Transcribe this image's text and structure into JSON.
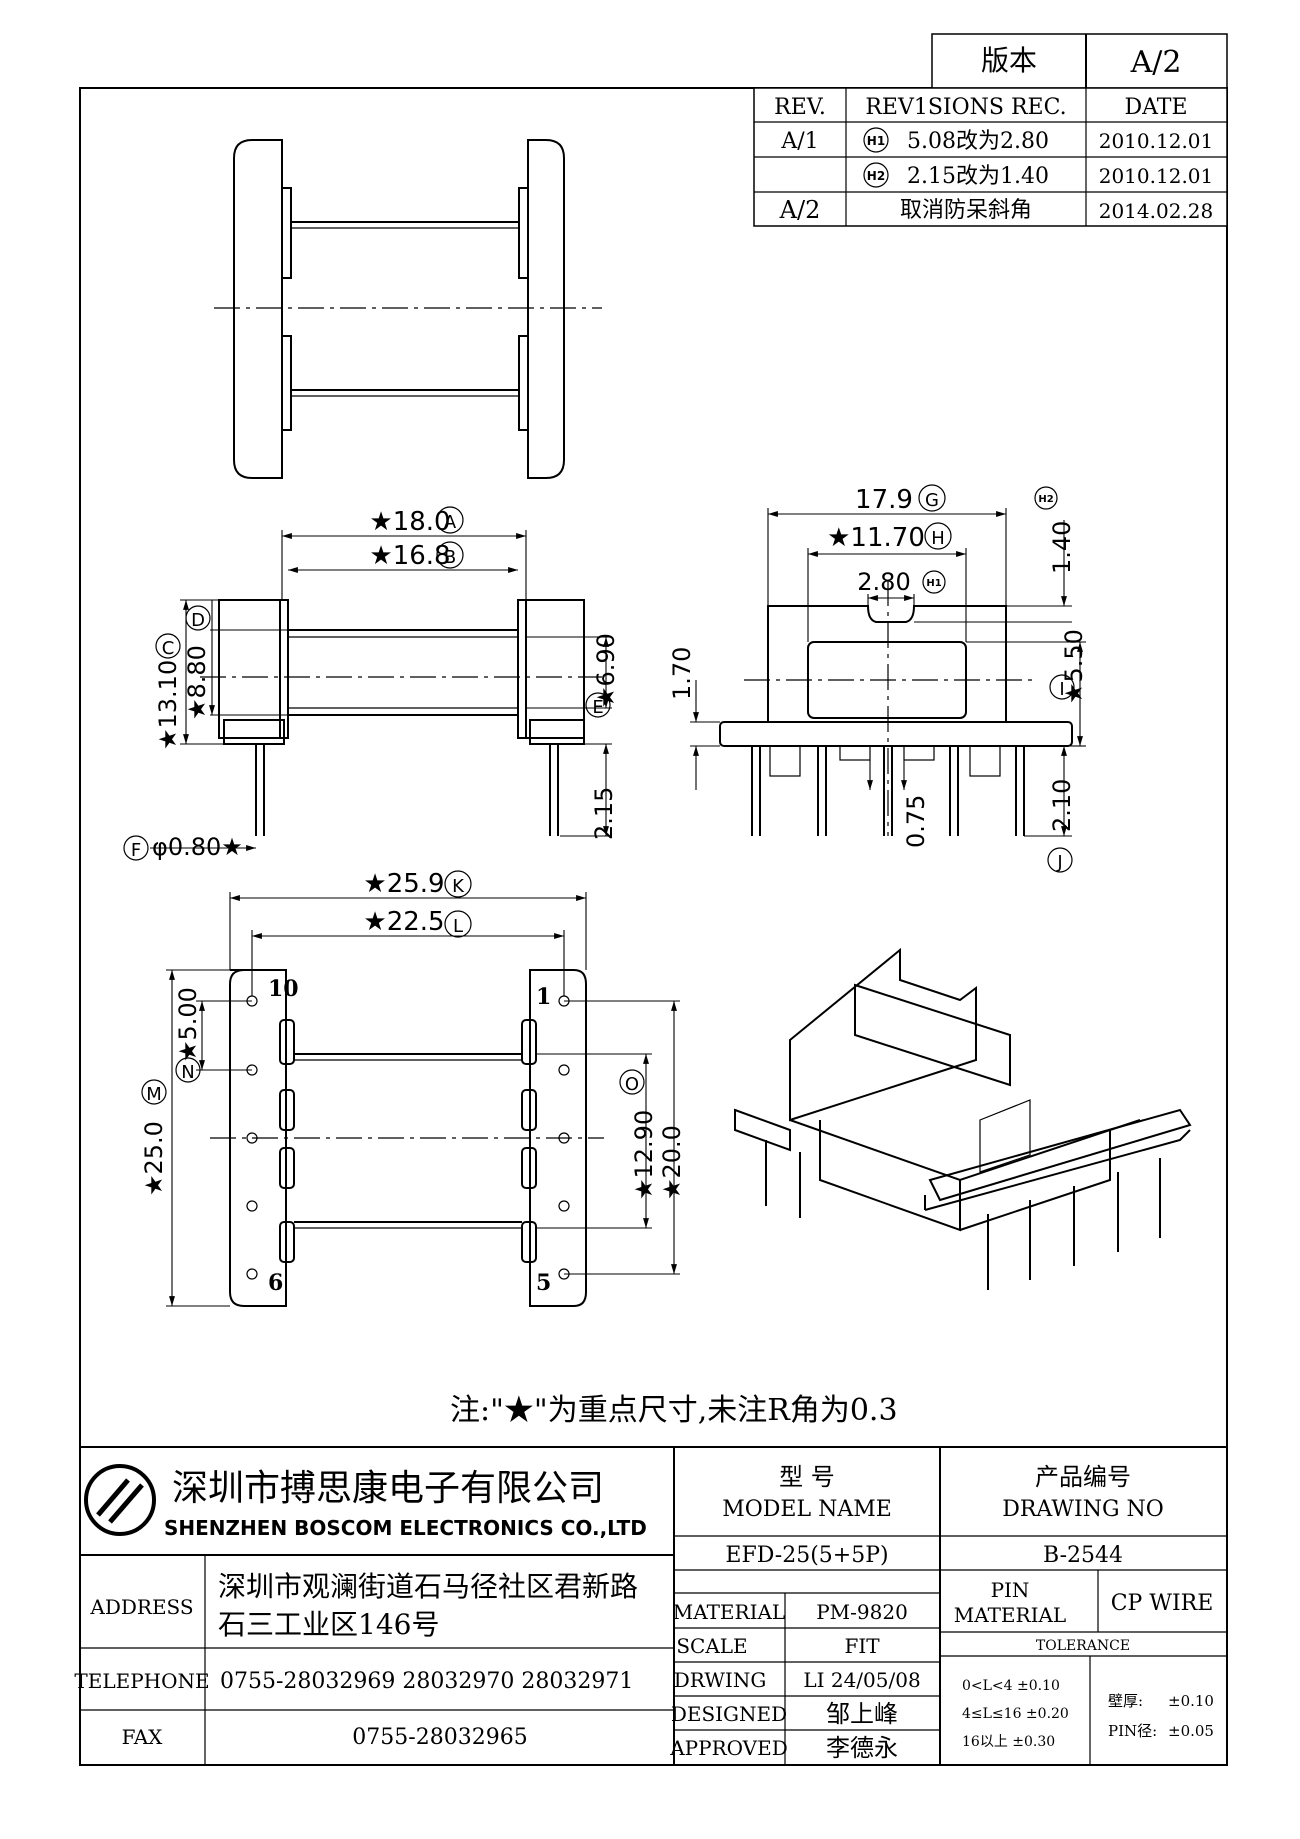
{
  "version_box": {
    "label": "版本",
    "value": "A/2"
  },
  "revisions": {
    "headers": [
      "REV.",
      "REV1SIONS REC.",
      "DATE"
    ],
    "rows": [
      {
        "rev": "A/1",
        "mark": "H1",
        "text": "5.08改为2.80",
        "date": "2010.12.01"
      },
      {
        "rev": "",
        "mark": "H2",
        "text": "2.15改为1.40",
        "date": "2010.12.01"
      },
      {
        "rev": "A/2",
        "mark": "",
        "text": "取消防呆斜角",
        "date": "2014.02.28"
      }
    ]
  },
  "dims": {
    "side_a": "★18.0",
    "side_a_mark": "A",
    "side_b": "★16.8",
    "side_b_mark": "B",
    "side_c": "★13.10",
    "side_c_mark": "C",
    "side_d": "★8.80",
    "side_d_mark": "D",
    "side_e": "★6.90",
    "side_e_mark": "E",
    "side_f": "φ0.80★",
    "side_f_mark": "F",
    "side_pin": "2.15",
    "front_g": "17.9",
    "front_g_mark": "G",
    "front_h": "★11.70",
    "front_h_mark": "H",
    "front_h1": "2.80",
    "front_h1_mark": "H1",
    "front_h2": "1.40",
    "front_h2_mark": "H2",
    "front_i": "★5.50",
    "front_i_mark": "I",
    "front_j": "2.10",
    "front_j_mark": "J",
    "front_170": "1.70",
    "front_075": "0.75",
    "bottom_k": "★25.9",
    "bottom_k_mark": "K",
    "bottom_l": "★22.5",
    "bottom_l_mark": "L",
    "bottom_m": "★25.0",
    "bottom_m_mark": "M",
    "bottom_n": "★5.00",
    "bottom_n_mark": "N",
    "bottom_o": "★12.90",
    "bottom_o_mark": "O",
    "bottom_20": "★20.0",
    "pin_1": "1",
    "pin_5": "5",
    "pin_6": "6",
    "pin_10": "10"
  },
  "note": "注:\"★\"为重点尺寸,未注R角为0.3",
  "company": {
    "name_cn": "深圳市搏思康电子有限公司",
    "name_en": "SHENZHEN BOSCOM ELECTRONICS CO.,LTD",
    "address_label": "ADDRESS",
    "address_line1": "深圳市观澜街道石马径社区君新路",
    "address_line2": "石三工业区146号",
    "telephone_label": "TELEPHONE",
    "telephone": "0755-28032969 28032970 28032971",
    "fax_label": "FAX",
    "fax": "0755-28032965"
  },
  "title_block": {
    "model_label_cn": "型      号",
    "model_label_en": "MODEL NAME",
    "model": "EFD-25(5+5P)",
    "drawing_label_cn": "产品编号",
    "drawing_label_en": "DRAWING NO",
    "drawing_no": "B-2544",
    "material_label": "MATERIAL",
    "material": "PM-9820",
    "scale_label": "SCALE",
    "scale": "FIT",
    "drwing_label": "DRWING",
    "drwing": "LI 24/05/08",
    "designed_label": "DESIGNED",
    "designed": "邹上峰",
    "approved_label": "APPROVED",
    "approved": "李德永",
    "pin_material_label_1": "PIN",
    "pin_material_label_2": "MATERIAL",
    "pin_material": "CP WIRE",
    "tolerance_label": "TOLERANCE",
    "tol_1": "0<L<4    ±0.10",
    "tol_2": "4≤L≤16  ±0.20",
    "tol_3": "16以上    ±0.30",
    "wall_label": "壁厚:",
    "wall_tol": "±0.10",
    "pin_dia_label": "PIN径:",
    "pin_dia_tol": "±0.05"
  }
}
